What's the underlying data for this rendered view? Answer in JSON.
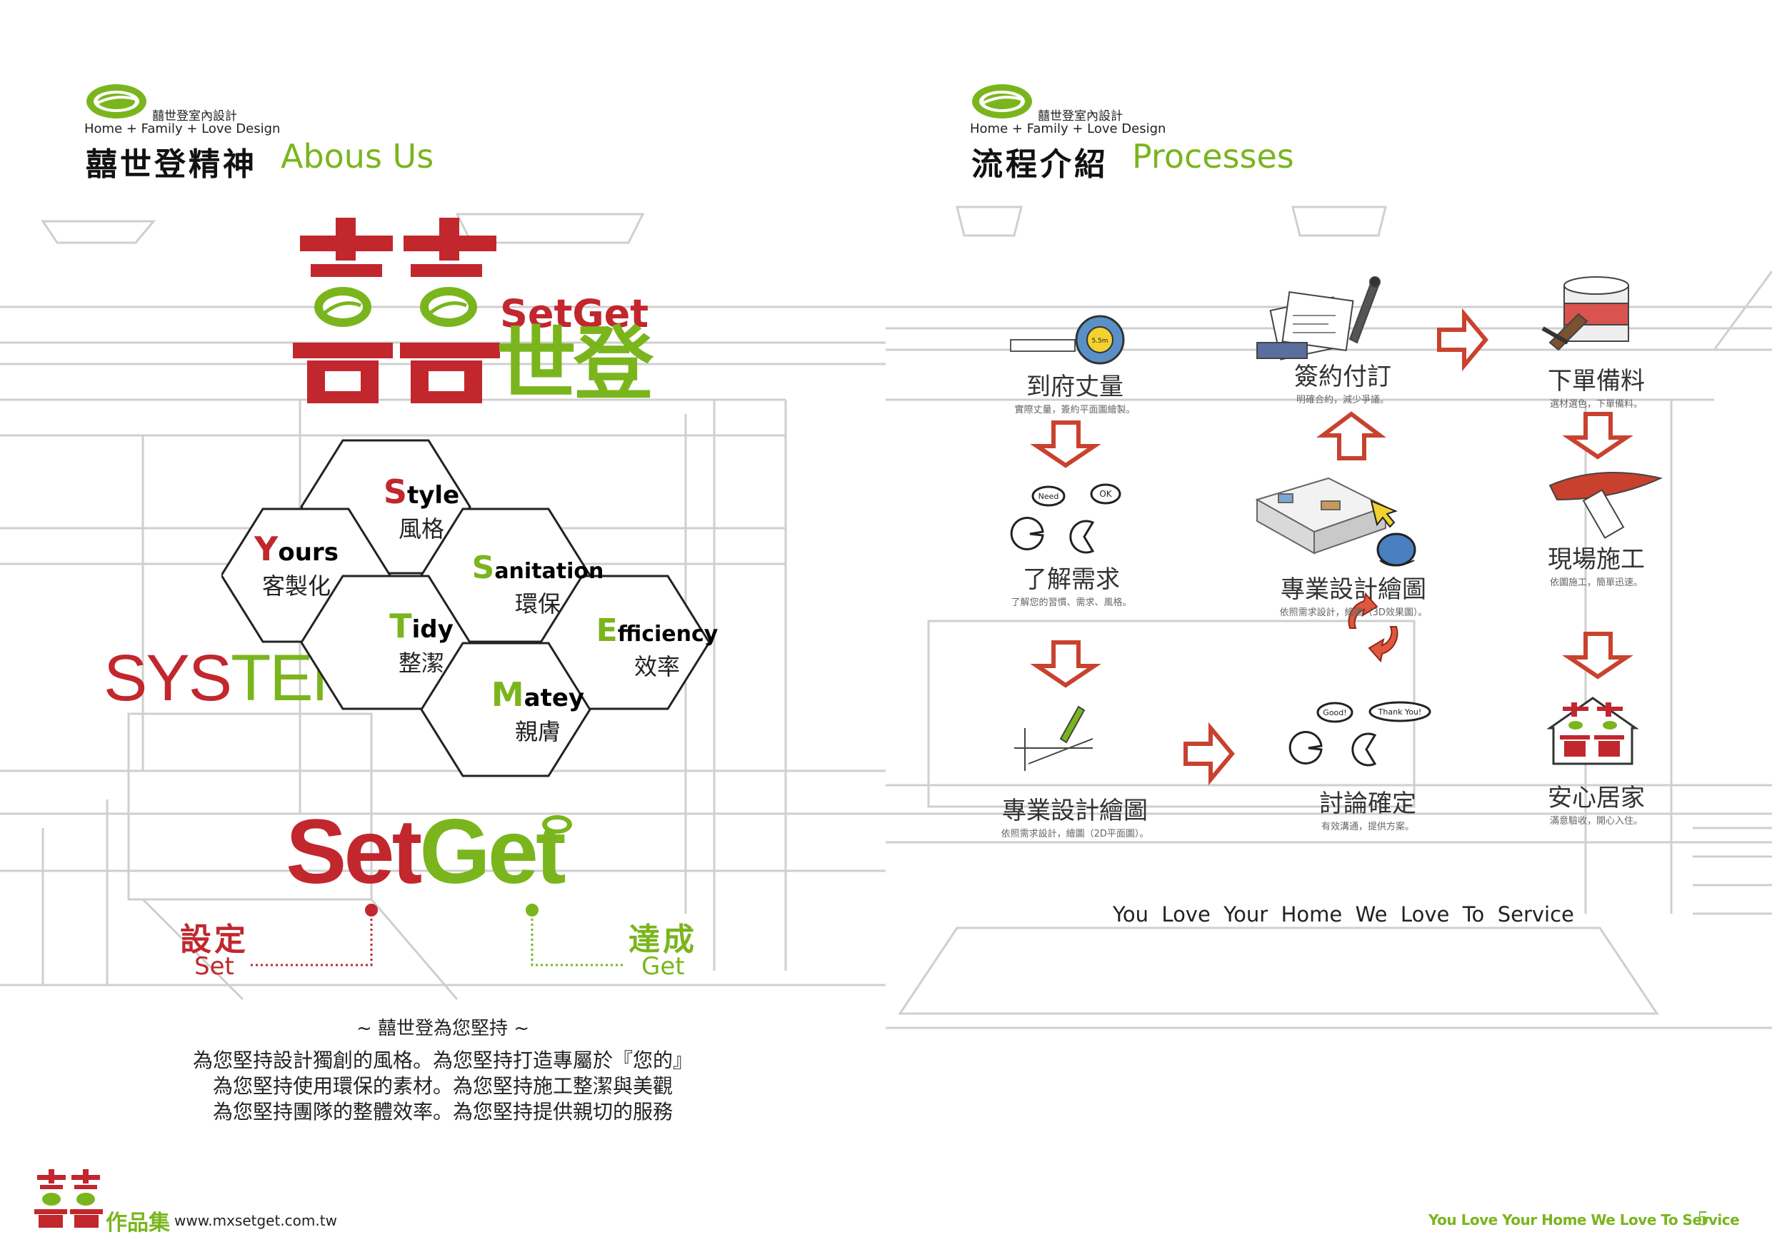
{
  "colors": {
    "accent_red": "#c1272d",
    "accent_green": "#7ab51d",
    "sketch_gray": "#cfcfcf"
  },
  "left_page": {
    "logo": {
      "brand_cn": "囍世登室內設計",
      "tagline": "Home + Family + Love Design"
    },
    "title_cn": "囍世登精神",
    "title_en": "Abous Us",
    "brand_mark": {
      "setget": "SetGet",
      "cn": "世登"
    },
    "system_word_1": "SYS",
    "system_word_2": "TEM",
    "hexes": [
      {
        "initial": "S",
        "rest": "tyle",
        "cn": "風格"
      },
      {
        "initial": "Y",
        "rest": "ours",
        "cn": "客製化"
      },
      {
        "initial": "S",
        "rest": "anitation",
        "cn": "環保"
      },
      {
        "initial": "T",
        "rest": "idy",
        "cn": "整潔"
      },
      {
        "initial": "E",
        "rest": "fficiency",
        "cn": "效率"
      },
      {
        "initial": "M",
        "rest": "atey",
        "cn": "親膚"
      }
    ],
    "setget_big": {
      "set": "Set",
      "get": "Get"
    },
    "set_label_cn": "設定",
    "set_label_en": "Set",
    "get_label_cn": "達成",
    "get_label_en": "Get",
    "motto_heading": "~ 囍世登為您堅持 ~",
    "motto_lines": [
      "為您堅持設計獨創的風格。為您堅持打造專屬於『您的』",
      "為您堅持使用環保的素材。為您堅持施工整潔與美觀",
      "為您堅持團隊的整體效率。為您堅持提供親切的服務"
    ],
    "footer": {
      "collection": "作品集",
      "url": "www.mxsetget.com.tw"
    }
  },
  "right_page": {
    "logo": {
      "brand_cn": "囍世登室內設計",
      "tagline": "Home + Family + Love Design"
    },
    "title_cn": "流程介紹",
    "title_en": "Processes",
    "steps": [
      {
        "title": "到府丈量",
        "caption": "實際丈量，簽約平面圖繪製。",
        "tape_text": "5.5m"
      },
      {
        "title": "了解需求",
        "caption": "了解您的習慣、需求、風格。",
        "bubble_1": "Need",
        "bubble_2": "OK"
      },
      {
        "title": "專業設計繪圖",
        "caption": "依照需求設計，繪圖（2D平面圖）。"
      },
      {
        "title": "討論確定",
        "caption": "有效溝通，提供方案。",
        "bubble_1": "Good!",
        "bubble_2": "Thank You!"
      },
      {
        "title": "專業設計繪圖",
        "caption": "依照需求設計，繪圖（3D效果圖）。"
      },
      {
        "title": "簽約付訂",
        "caption": "明確合約，減少爭議。"
      },
      {
        "title": "下單備料",
        "caption": "選材選色，下單備料。"
      },
      {
        "title": "現場施工",
        "caption": "依圖施工，簡單迅速。"
      },
      {
        "title": "安心居家",
        "caption": "滿意驗收，開心入住。"
      }
    ],
    "slogan": "You  Love  Your  Home  We  Love  To  Service",
    "footer": {
      "slogan": "You Love Your Home We Love To Service",
      "page_number": "5"
    }
  }
}
